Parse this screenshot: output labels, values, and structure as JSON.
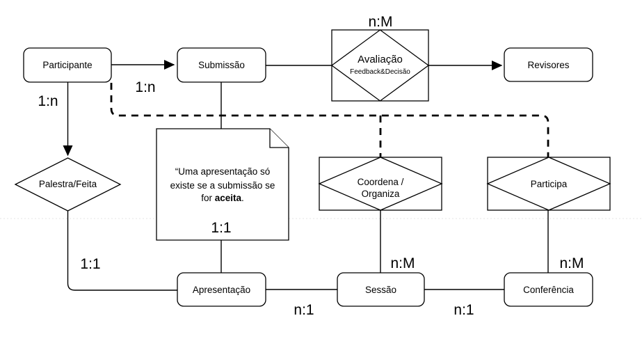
{
  "nodes": {
    "participante": {
      "label": "Participante"
    },
    "submissao": {
      "label": "Submissão"
    },
    "revisores": {
      "label": "Revisores"
    },
    "apresentacao": {
      "label": "Apresentação"
    },
    "sessao": {
      "label": "Sessão"
    },
    "conferencia": {
      "label": "Conferência"
    }
  },
  "relationships": {
    "avaliacao": {
      "label": "Avaliação",
      "sublabel": "Feedback&Decisão"
    },
    "palestra": {
      "label": "Palestra/Feita"
    },
    "coordena": {
      "label_line1": "Coordena /",
      "label_line2": "Organiza"
    },
    "participa": {
      "label": "Participa"
    }
  },
  "note": {
    "line1": "“Uma apresentação só",
    "line2": "existe se a submissão se",
    "line3_pre": "for ",
    "line3_bold": "aceita",
    "line3_post": ".",
    "cardinality": "1:1"
  },
  "cardinalities": {
    "participante_submissao": "1:n",
    "participante_palestra": "1:n",
    "avaliacao_top": "n:M",
    "palestra_apresentacao": "1:1",
    "apresentacao_sessao": "n:1",
    "coordena_sessao": "n:M",
    "participa_conferencia": "n:M",
    "sessao_conferencia": "n:1"
  },
  "colors": {
    "stroke": "#000000",
    "shape_fill": "#ffffff",
    "page_break": "#e6e6e6"
  }
}
